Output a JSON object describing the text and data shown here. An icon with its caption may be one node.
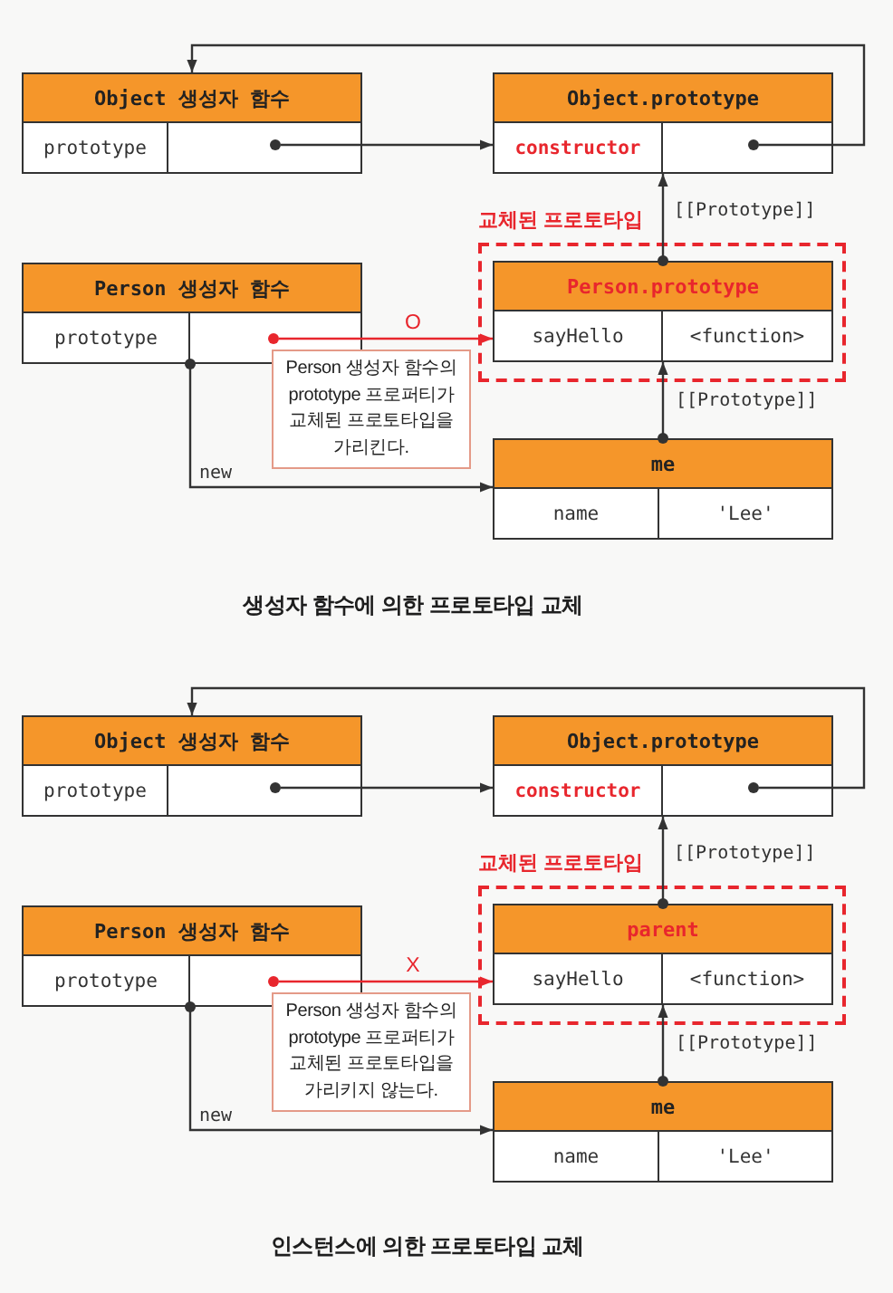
{
  "diagram": {
    "nodes": [
      {
        "text": [
          "Object 생성자 함수",
          "prototype"
        ]
      },
      {
        "text": [],
        "shape": "circle",
        "in": 0
      },
      {
        "text": [
          "Object.prototype",
          "constructor"
        ]
      },
      {
        "text": [],
        "shape": "circle",
        "in": 2
      },
      {
        "text": [
          "교체된 프로토타입"
        ]
      },
      {
        "text": [
          "Person.prototype",
          "sayHello",
          "<function>"
        ],
        "in": 4
      },
      {
        "text": [
          "Person 생성자 함수",
          "prototype"
        ]
      },
      {
        "text": [],
        "shape": "circle",
        "in": 6
      },
      {
        "text": [
          "Person 생성자 함수의 prototype 프로퍼티가 교체된 프로토타입을 가리킨다."
        ]
      },
      {
        "text": [
          "me",
          "name",
          "'Lee'"
        ]
      },
      {
        "text": [
          "Object 생성자 함수",
          "prototype"
        ]
      },
      {
        "text": [],
        "shape": "circle",
        "in": 10
      },
      {
        "text": [
          "Object.prototype",
          "constructor"
        ]
      },
      {
        "text": [],
        "shape": "circle",
        "in": 12
      },
      {
        "text": [
          "교체된 프로토타입"
        ]
      },
      {
        "text": [
          "parent",
          "sayHello",
          "<function>"
        ],
        "in": 14
      },
      {
        "text": [
          "Person 생성자 함수",
          "prototype"
        ]
      },
      {
        "text": [],
        "shape": "circle",
        "in": 16
      },
      {
        "text": [
          "Person 생성자 함수의 prototype 프로퍼티가 교체된 프로토타입을 가리키지 않는다."
        ]
      },
      {
        "text": [
          "me",
          "name",
          "'Lee'"
        ]
      }
    ],
    "edges": [
      {
        "from": 1,
        "to": 2,
        "arrow": "to"
      },
      {
        "from": 3,
        "to": 0,
        "arrow": "to"
      },
      {
        "from": 5,
        "to": 2,
        "arrow": "to",
        "label": "[[Prototype]]"
      },
      {
        "from": 7,
        "to": 5,
        "arrow": "to",
        "label": "O",
        "color": "#e8262d"
      },
      {
        "from": 6,
        "to": 9,
        "arrow": "to",
        "label": "new"
      },
      {
        "from": 9,
        "to": 5,
        "arrow": "to",
        "label": "[[Prototype]]"
      },
      {
        "from": 11,
        "to": 12,
        "arrow": "to"
      },
      {
        "from": 13,
        "to": 10,
        "arrow": "to"
      },
      {
        "from": 15,
        "to": 12,
        "arrow": "to",
        "label": "[[Prototype]]"
      },
      {
        "from": 17,
        "to": 15,
        "arrow": "to",
        "label": "X",
        "color": "#e8262d"
      },
      {
        "from": 16,
        "to": 19,
        "arrow": "to",
        "label": "new"
      },
      {
        "from": 19,
        "to": 15,
        "arrow": "to",
        "label": "[[Prototype]]"
      }
    ],
    "labels": [
      "생성자 함수에 의한 프로토타입 교체",
      "인스턴스에 의한 프로토타입 교체"
    ]
  }
}
